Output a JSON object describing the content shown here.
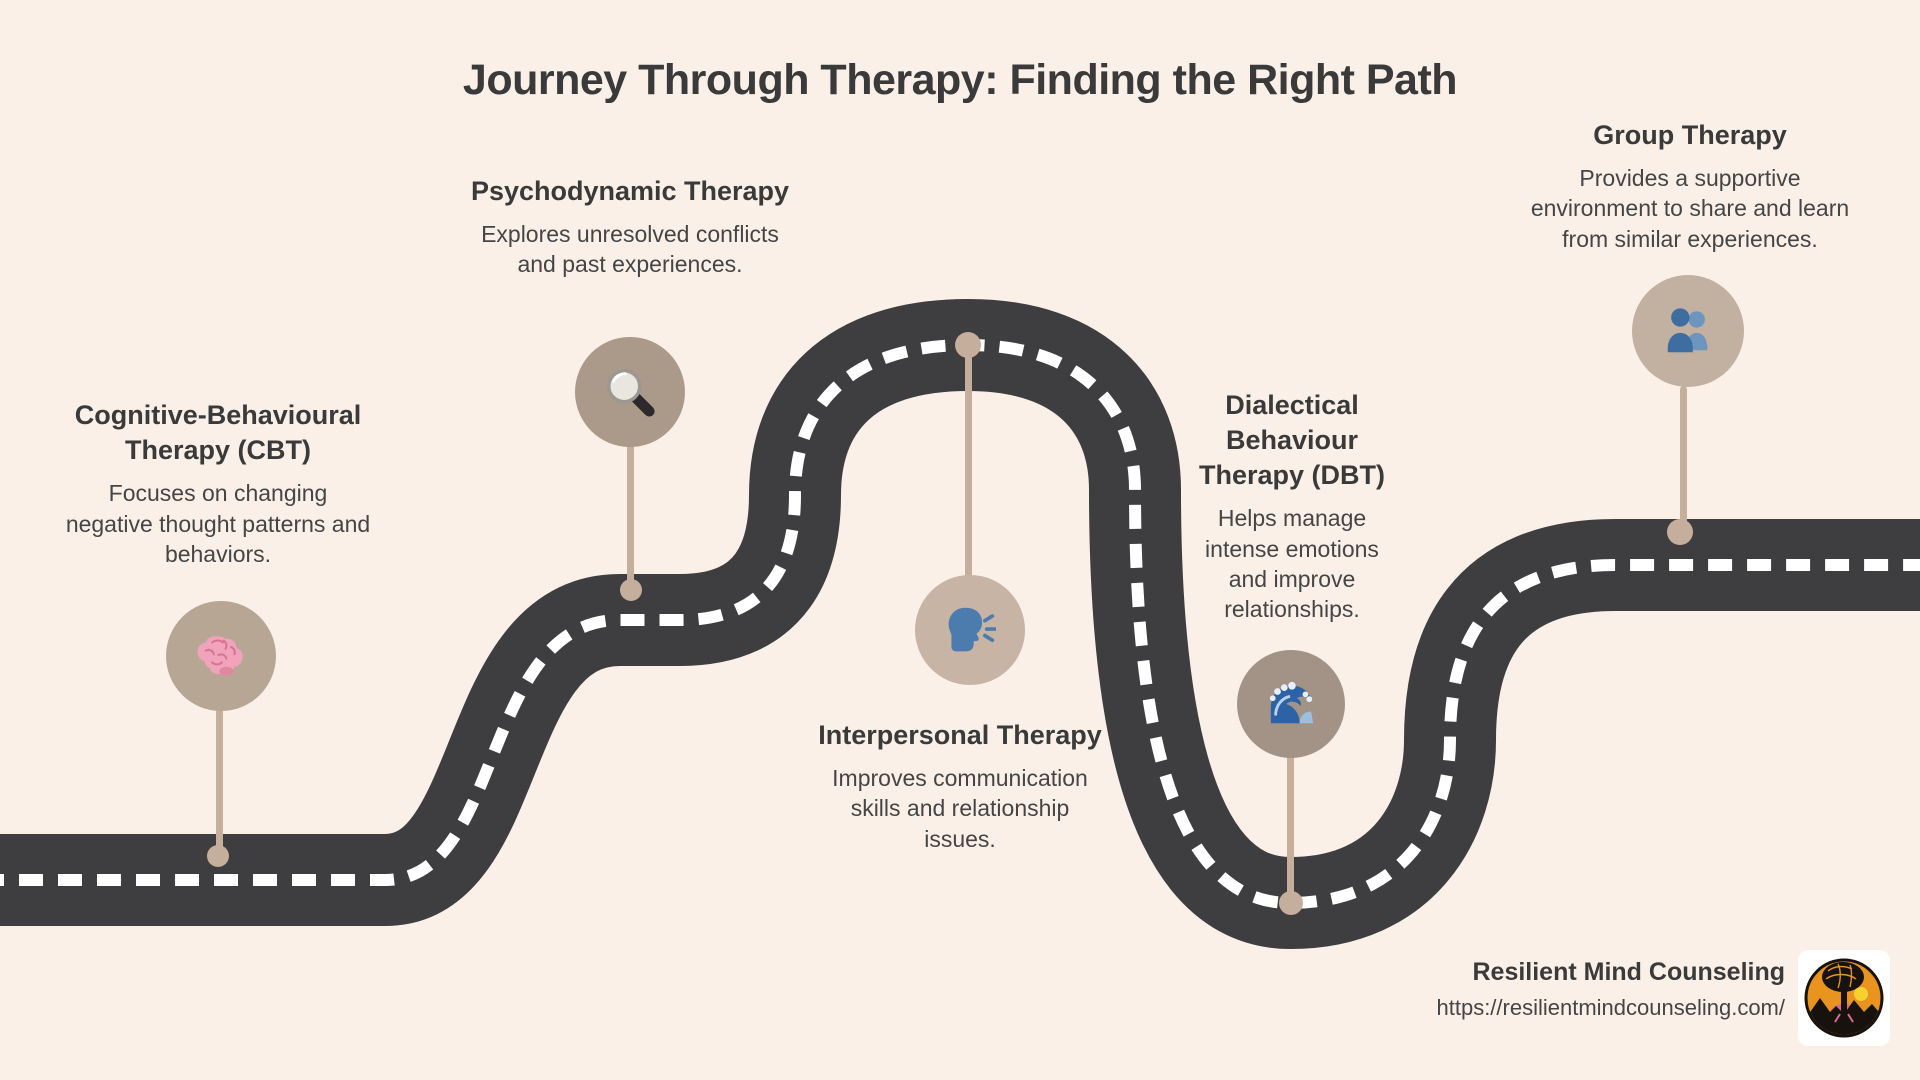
{
  "page_title": "Journey Through Therapy: Finding the Right Path",
  "colors": {
    "background": "#faf0e8",
    "road": "#3e3d3f",
    "road_dash": "#ffffff",
    "heading_text": "#3a3a3a",
    "body_text": "#464545",
    "connector": "#c6ae9d",
    "marker_cbt": "#b8a695",
    "marker_psychodynamic": "#ab9a8a",
    "marker_interpersonal": "#c8b4a5",
    "marker_dbt": "#a39386",
    "marker_group": "#c2b0a0",
    "logo_orange": "#e8941e",
    "logo_sun": "#f6d22e",
    "logo_pink": "#d66b95"
  },
  "milestones": [
    {
      "id": "cbt",
      "title": "Cognitive-Behavioural\nTherapy (CBT)",
      "description": "Focuses on changing\nnegative thought patterns and\nbehaviors.",
      "icon": "brain-icon"
    },
    {
      "id": "psychodynamic",
      "title": "Psychodynamic Therapy",
      "description": "Explores unresolved conflicts\nand past experiences.",
      "icon": "magnifying-glass-icon"
    },
    {
      "id": "interpersonal",
      "title": "Interpersonal Therapy",
      "description": "Improves communication\nskills and relationship\nissues.",
      "icon": "speaking-head-icon"
    },
    {
      "id": "dbt",
      "title": "Dialectical\nBehaviour\nTherapy (DBT)",
      "description": "Helps manage\nintense emotions\nand improve\nrelationships.",
      "icon": "ocean-wave-icon"
    },
    {
      "id": "group",
      "title": "Group Therapy",
      "description": "Provides a supportive\nenvironment to share and learn\nfrom similar experiences.",
      "icon": "two-people-icon"
    }
  ],
  "footer": {
    "brand": "Resilient Mind Counseling",
    "url": "https://resilientmindcounseling.com/"
  }
}
